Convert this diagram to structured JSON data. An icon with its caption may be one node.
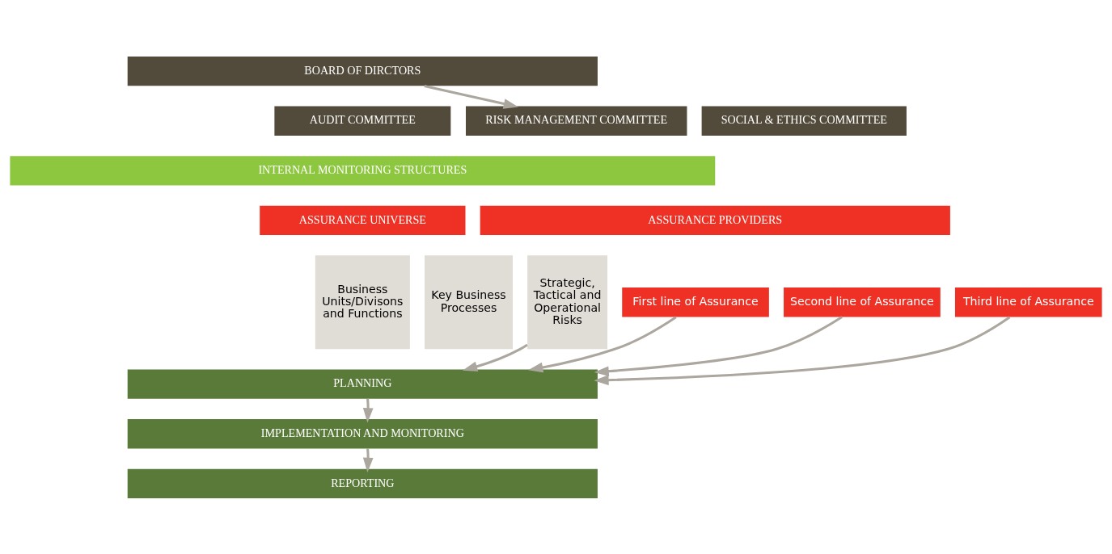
{
  "diagram": {
    "nodes": [
      {
        "text": [
          "BOARD OF DIRCTORS"
        ]
      },
      {
        "text": [
          "AUDIT COMMITTEE"
        ]
      },
      {
        "text": [
          "RISK MANAGEMENT COMMITTEE"
        ]
      },
      {
        "text": [
          "SOCIAL & ETHICS COMMITTEE"
        ]
      },
      {
        "text": [
          "INTERNAL MONITORING STRUCTURES"
        ]
      },
      {
        "text": [
          "ASSURANCE UNIVERSE"
        ]
      },
      {
        "text": [
          "ASSURANCE PROVIDERS"
        ]
      },
      {
        "text": [
          "Business Units/Divisons and Functions"
        ]
      },
      {
        "text": [
          "Key Business Processes"
        ]
      },
      {
        "text": [
          "Strategic, Tactical and Operational Risks"
        ]
      },
      {
        "text": [
          "First line of Assurance"
        ]
      },
      {
        "text": [
          "Second line of Assurance"
        ]
      },
      {
        "text": [
          "Third line of Assurance"
        ]
      },
      {
        "text": [
          "PLANNING"
        ]
      },
      {
        "text": [
          "IMPLEMENTATION AND MONITORING"
        ]
      },
      {
        "text": [
          "REPORTING"
        ]
      }
    ],
    "edges": [
      {
        "from": 0,
        "to": 2,
        "arrow": "to"
      },
      {
        "from": 10,
        "to": 13,
        "arrow": "to"
      },
      {
        "from": 11,
        "to": 13,
        "arrow": "to"
      },
      {
        "from": 12,
        "to": 13,
        "arrow": "to"
      },
      {
        "from": 9,
        "to": 13,
        "arrow": "to"
      },
      {
        "from": 13,
        "to": 14,
        "arrow": "to"
      },
      {
        "from": 14,
        "to": 15,
        "arrow": "to"
      }
    ]
  }
}
